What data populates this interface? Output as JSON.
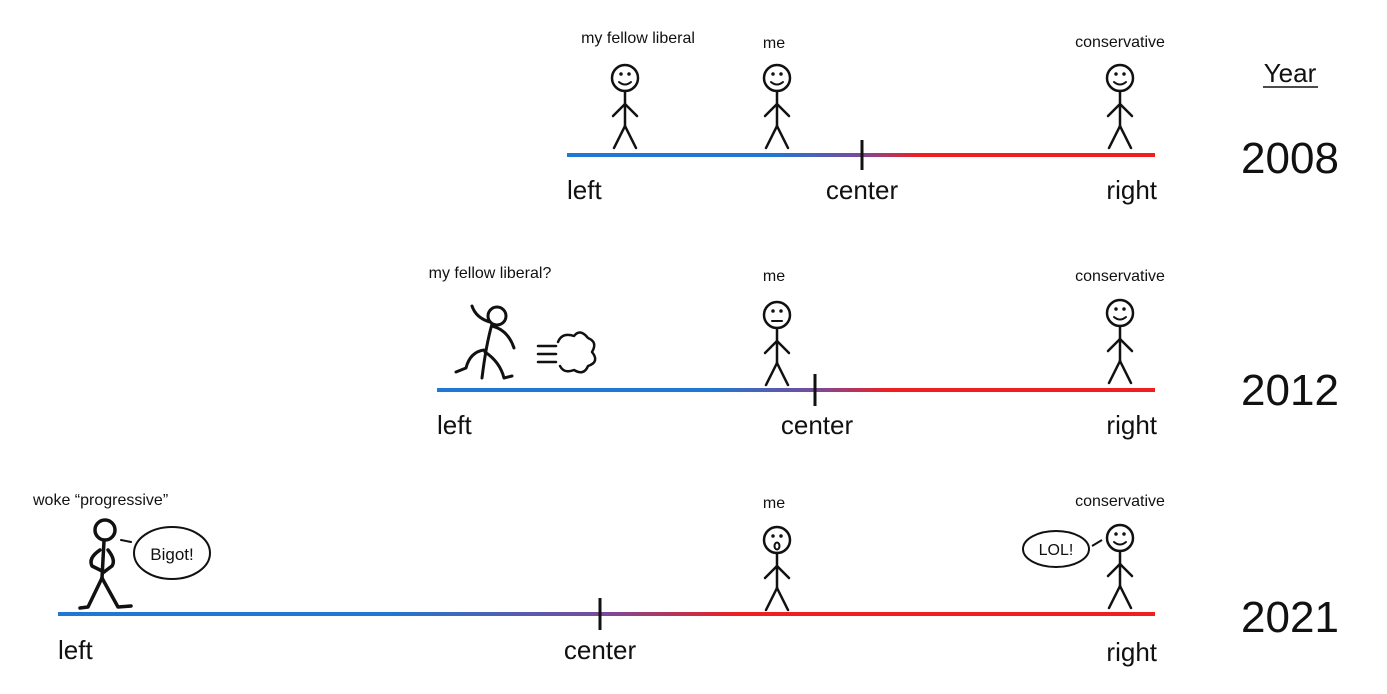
{
  "year_header": "Year",
  "rows": [
    {
      "year": "2008",
      "left": "left",
      "center": "center",
      "right": "right",
      "fellow_label": "my fellow liberal",
      "me_label": "me",
      "conservative_label": "conservative"
    },
    {
      "year": "2012",
      "left": "left",
      "center": "center",
      "right": "right",
      "fellow_label": "my fellow liberal?",
      "me_label": "me",
      "conservative_label": "conservative"
    },
    {
      "year": "2021",
      "left": "left",
      "center": "center",
      "right": "right",
      "fellow_label": "woke “progressive”",
      "me_label": "me",
      "conservative_label": "conservative",
      "woke_speech": "Bigot!",
      "conservative_speech": "LOL!"
    }
  ],
  "colors": {
    "left": "#1f78d1",
    "mid": "#7a4a9a",
    "right": "#f01e1e"
  }
}
